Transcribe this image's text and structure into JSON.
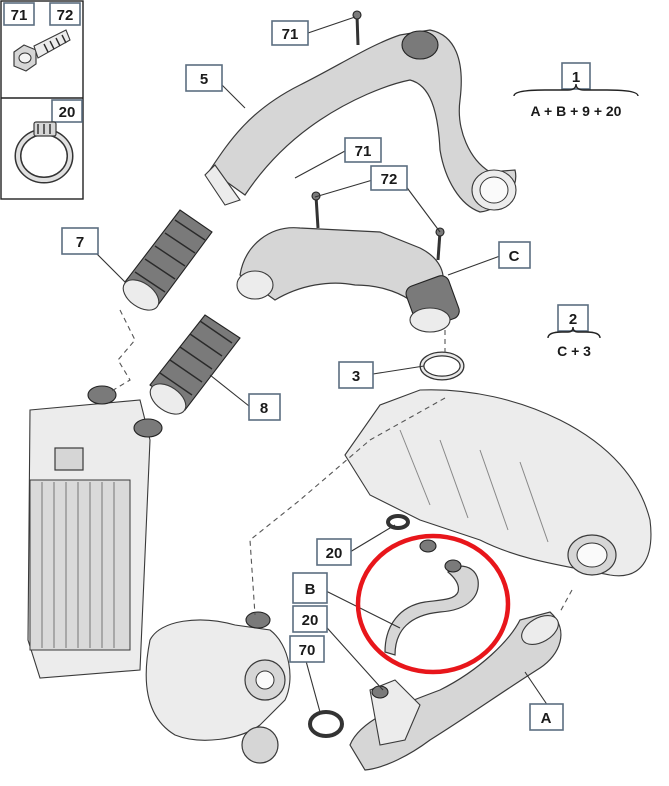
{
  "parts_box": {
    "bolt_refs": [
      "71",
      "72"
    ],
    "clamp_ref": "20"
  },
  "callouts": {
    "c71_top": "71",
    "c5": "5",
    "c71_mid": "71",
    "c72": "72",
    "c7": "7",
    "cC": "C",
    "c8": "8",
    "c3": "3",
    "c20_a": "20",
    "cB": "B",
    "c20_b": "20",
    "c70": "70",
    "cA": "A"
  },
  "formulas": {
    "f1_ref": "1",
    "f1_expr": "A + B + 9 + 20",
    "f2_ref": "2",
    "f2_expr": "C + 3"
  },
  "highlight": {
    "color": "#e8161b",
    "target": "B"
  }
}
